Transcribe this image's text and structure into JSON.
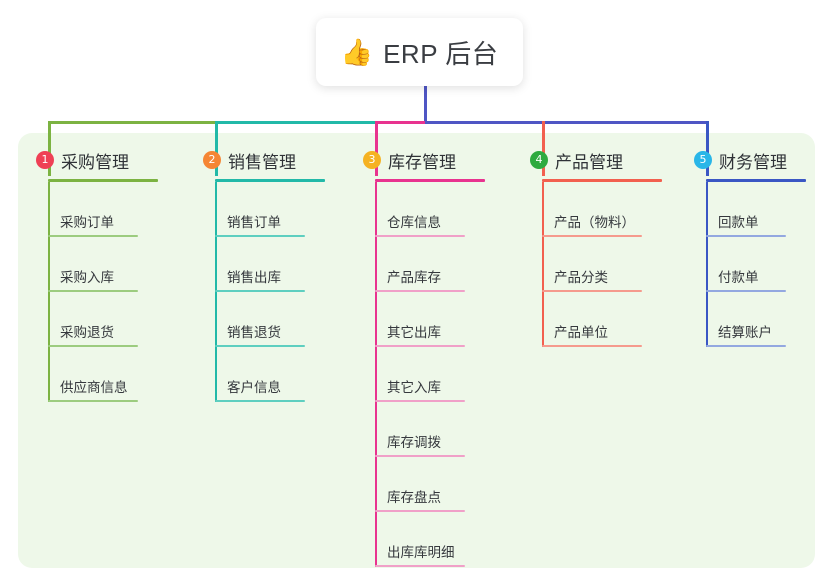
{
  "root": {
    "icon": "thumbs-up-icon",
    "emoji": "👍",
    "title": "ERP 后台"
  },
  "colors": {
    "panel_bg": "#eef8e9",
    "page_bg": "#ffffff",
    "root_trunk": "#4f56c4",
    "title_text": "#2f3237"
  },
  "columns": [
    {
      "number": "1",
      "title": "采购管理",
      "badge_color": "#ef4055",
      "line_color": "#7cb342",
      "leaf_line_color": "#9ccc7f",
      "items": [
        {
          "label": "采购订单"
        },
        {
          "label": "采购入库"
        },
        {
          "label": "采购退货"
        },
        {
          "label": "供应商信息"
        }
      ]
    },
    {
      "number": "2",
      "title": "销售管理",
      "badge_color": "#f58634",
      "line_color": "#22b9a8",
      "leaf_line_color": "#5ecfc0",
      "items": [
        {
          "label": "销售订单"
        },
        {
          "label": "销售出库"
        },
        {
          "label": "销售退货"
        },
        {
          "label": "客户信息"
        }
      ]
    },
    {
      "number": "3",
      "title": "库存管理",
      "badge_color": "#f5b222",
      "line_color": "#e8338f",
      "leaf_line_color": "#f0a0c8",
      "items": [
        {
          "label": "仓库信息"
        },
        {
          "label": "产品库存"
        },
        {
          "label": "其它出库"
        },
        {
          "label": "其它入库"
        },
        {
          "label": "库存调拨"
        },
        {
          "label": "库存盘点"
        },
        {
          "label": "出库库明细"
        }
      ]
    },
    {
      "number": "4",
      "title": "产品管理",
      "badge_color": "#2eaa3f",
      "line_color": "#f2604f",
      "leaf_line_color": "#f59a8d",
      "items": [
        {
          "label": "产品（物料）"
        },
        {
          "label": "产品分类"
        },
        {
          "label": "产品单位"
        }
      ]
    },
    {
      "number": "5",
      "title": "财务管理",
      "badge_color": "#29b6e8",
      "line_color": "#3a57c4",
      "leaf_line_color": "#93a8e0",
      "items": [
        {
          "label": "回款单"
        },
        {
          "label": "付款单"
        },
        {
          "label": "结算账户"
        }
      ]
    }
  ]
}
